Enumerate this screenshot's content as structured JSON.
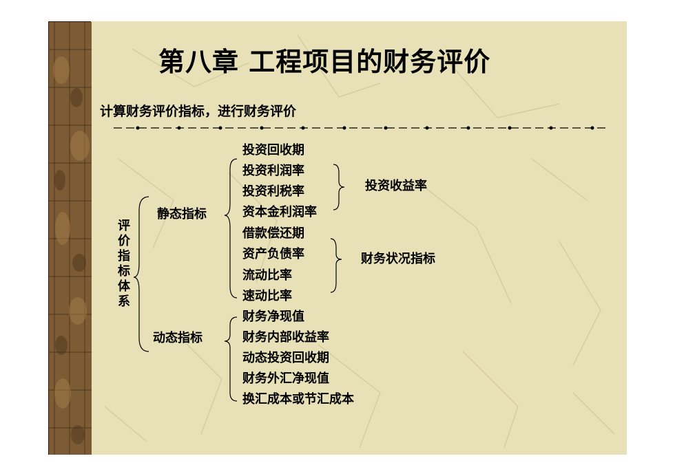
{
  "title": "第八章  工程项目的财务评价",
  "subtitle": "计算财务评价指标，进行财务评价",
  "root_label": [
    "评",
    "价",
    "指",
    "标",
    "体",
    "系"
  ],
  "categories": {
    "static": "静态指标",
    "dynamic": "动态指标"
  },
  "static_items": [
    "投资回收期",
    "投资利润率",
    "投资利税率",
    "资本金利润率",
    "借款偿还期",
    "资产负债率",
    "流动比率",
    "速动比率"
  ],
  "dynamic_items": [
    "财务净现值",
    "财务内部收益率",
    "动态投资回收期",
    "财务外汇净现值",
    "换汇成本或节汇成本"
  ],
  "groups": {
    "investment_return": "投资收益率",
    "financial_status": "财务状况指标"
  },
  "colors": {
    "background": "#e8e1b8",
    "sidebar": "#7a5a33",
    "text": "#000000"
  }
}
